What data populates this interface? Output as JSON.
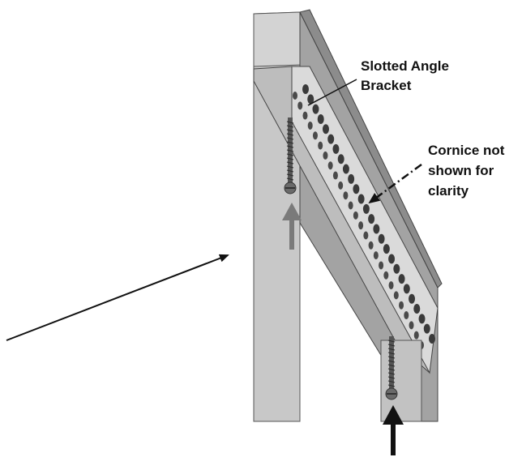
{
  "labels": {
    "bracket_line1": "Slotted Angle",
    "bracket_line2": "Bracket",
    "cornice_line1": "Cornice not",
    "cornice_line2": "shown for",
    "cornice_line3": "clarity"
  },
  "colors": {
    "post_face": "#c8c8c8",
    "post_side": "#9e9e9e",
    "post_top": "#a9a9a9",
    "bracket_face": "#d6d6d6",
    "bracket_flange": "#bcbcbc",
    "slot": "#3a3a3a",
    "screw": "#5a5a5a",
    "arrow_grey": "#7a7a7a",
    "ink": "#111111"
  },
  "icons": {
    "upper_screw": "screw-icon",
    "lower_screw": "screw-icon",
    "upper_push": "up-arrow-icon",
    "lower_push": "up-arrow-icon",
    "pointer": "arrow-icon"
  }
}
